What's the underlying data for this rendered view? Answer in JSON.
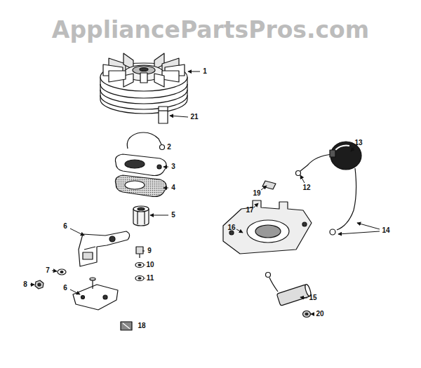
{
  "diagram": {
    "labels": [
      "AppliancePartsPros.com",
      "1",
      "21",
      "2",
      "3",
      "4",
      "5",
      "6",
      "9",
      "7",
      "10",
      "8",
      "11",
      "6",
      "18",
      "13",
      "12",
      "19",
      "17",
      "16",
      "14",
      "15",
      "20"
    ]
  }
}
